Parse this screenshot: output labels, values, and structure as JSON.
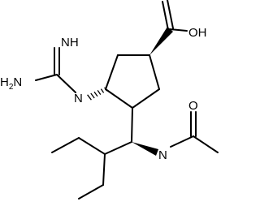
{
  "labels": {
    "cooh_oh": "OH",
    "imine_nh": "NH",
    "amine_h": "H",
    "amine_sub": "2",
    "amine_n": "N",
    "guanidino_n": "N",
    "amide_o": "O",
    "amide_n": "N"
  }
}
